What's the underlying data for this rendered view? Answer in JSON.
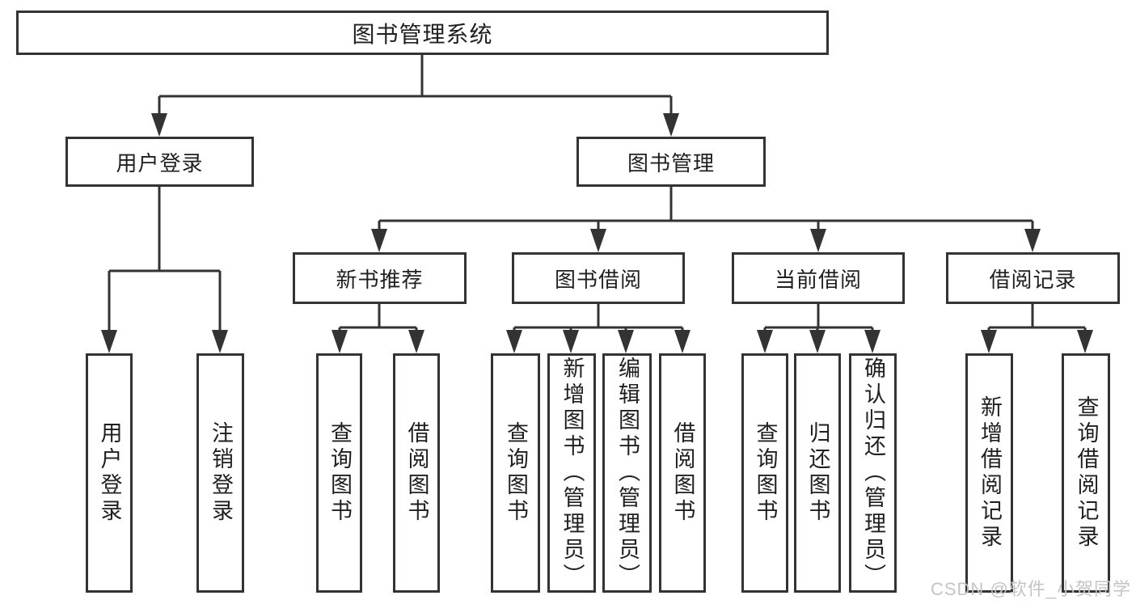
{
  "diagram": {
    "root": {
      "label": "图书管理系统"
    },
    "branches": [
      {
        "label": "用户登录",
        "children": [
          {
            "label": "用户登录"
          },
          {
            "label": "注销登录"
          }
        ]
      },
      {
        "label": "图书管理",
        "children": [
          {
            "label": "新书推荐",
            "children": [
              {
                "label": "查询图书"
              },
              {
                "label": "借阅图书"
              }
            ]
          },
          {
            "label": "图书借阅",
            "children": [
              {
                "label": "查询图书"
              },
              {
                "label": "新增图书（管理员）"
              },
              {
                "label": "编辑图书（管理员）"
              },
              {
                "label": "借阅图书"
              }
            ]
          },
          {
            "label": "当前借阅",
            "children": [
              {
                "label": "查询图书"
              },
              {
                "label": "归还图书"
              },
              {
                "label": "确认归还（管理员）"
              }
            ]
          },
          {
            "label": "借阅记录",
            "children": [
              {
                "label": "新增借阅记录"
              },
              {
                "label": "查询借阅记录"
              }
            ]
          }
        ]
      }
    ],
    "watermark": "CSDN @软件_小贺同学",
    "colors": {
      "line": "#333333",
      "text": "#1f1f1f",
      "background": "#ffffff",
      "watermark": "#c4c4c4"
    }
  }
}
